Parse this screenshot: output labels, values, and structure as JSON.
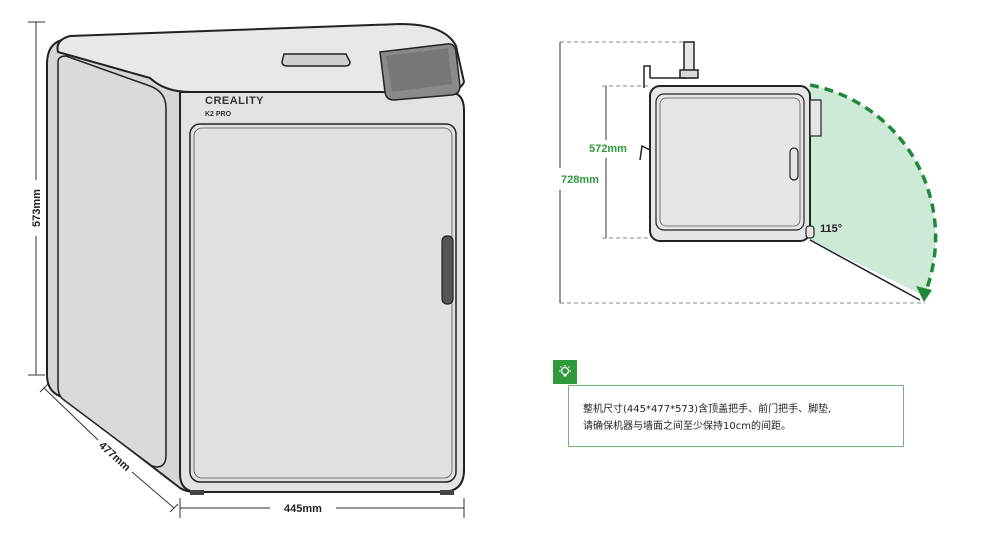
{
  "front_view": {
    "brand": "CREALITY",
    "model": "K2 PRO",
    "height_label": "573mm",
    "depth_label": "477mm",
    "width_label": "445mm"
  },
  "top_view": {
    "inner_height_label": "572mm",
    "outer_height_label": "728mm",
    "door_angle_label": "115°"
  },
  "tip": {
    "icon": "lightbulb-icon",
    "line1": "整机尺寸(445*477*573)含顶盖把手、前门把手、脚垫,",
    "line2": "请确保机器与墙面之间至少保持10cm的间距。"
  },
  "colors": {
    "accent": "#2f9a3c",
    "swing_fill": "#cfe9d8",
    "body": "#e6e6e6"
  }
}
